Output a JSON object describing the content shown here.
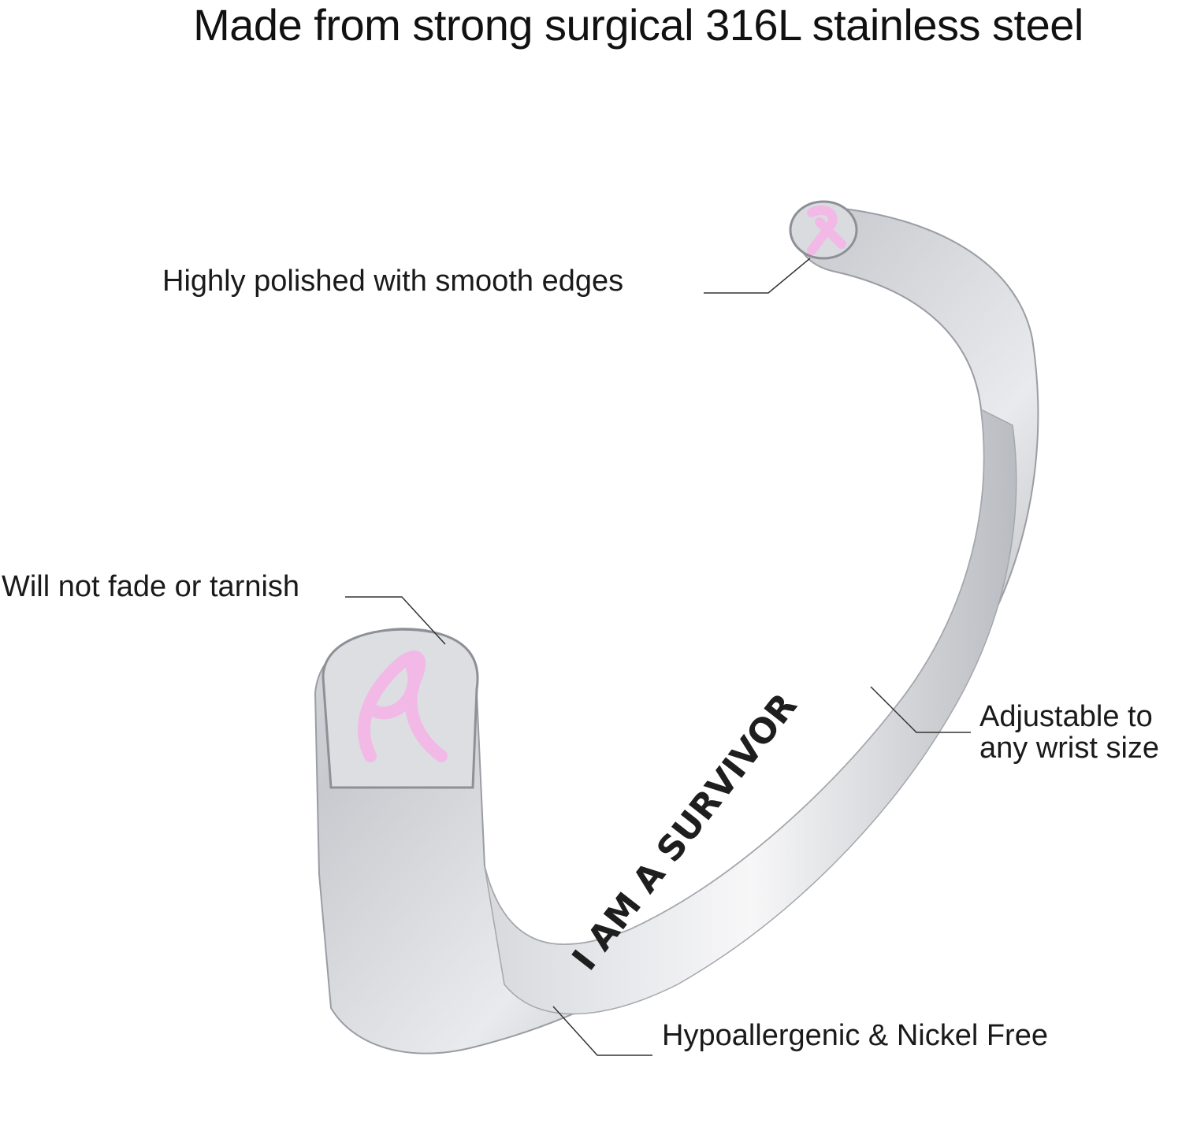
{
  "headline": "Made from strong surgical 316L stainless steel",
  "callouts": {
    "polished": "Highly polished with smooth edges",
    "fade": "Will not fade or tarnish",
    "adjust_line1": "Adjustable to",
    "adjust_line2": "any wrist size",
    "hypo": "Hypoallergenic & Nickel Free"
  },
  "engraving": "I AM A SURVIVOR",
  "colors": {
    "steel": "#c9cbcf",
    "steel_dark": "#8d9096",
    "ribbon": "#f2b9e6",
    "text": "#1a1a1a"
  }
}
